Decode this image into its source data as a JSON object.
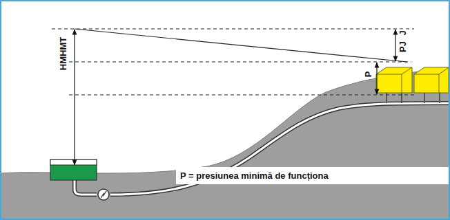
{
  "diagram": {
    "nodes": [
      {
        "text": [
          "P = presiunea minimă de funcționa"
        ]
      }
    ],
    "edges": [],
    "labels": [
      "HMHMT",
      "J",
      "PJ",
      "P"
    ]
  }
}
